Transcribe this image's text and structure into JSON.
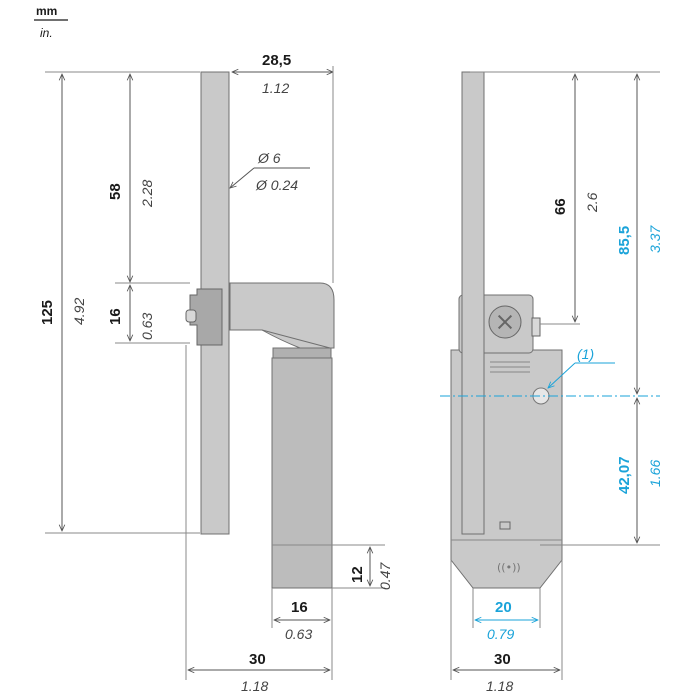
{
  "units": {
    "mm": "mm",
    "in": "in."
  },
  "side_view": {
    "dims": [
      {
        "id": "width_top",
        "mm": "28,5",
        "in": "1.12"
      },
      {
        "id": "rod_dia",
        "mm": "Ø 6",
        "in": "Ø 0.24"
      },
      {
        "id": "lever_len",
        "mm": "58",
        "in": "2.28"
      },
      {
        "id": "total_len",
        "mm": "125",
        "in": "4.92"
      },
      {
        "id": "head",
        "mm": "16",
        "in": "0.63"
      },
      {
        "id": "bottom",
        "mm": "12",
        "in": "0.47"
      },
      {
        "id": "width16",
        "mm": "16",
        "in": "0.63"
      },
      {
        "id": "width30",
        "mm": "30",
        "in": "1.18"
      }
    ]
  },
  "front_view": {
    "note": "(1)",
    "dims": [
      {
        "id": "h66",
        "mm": "66",
        "in": "2.6"
      },
      {
        "id": "h85",
        "mm": "85,5",
        "in": "3.37"
      },
      {
        "id": "h42",
        "mm": "42,07",
        "in": "1.66"
      },
      {
        "id": "w20",
        "mm": "20",
        "in": "0.79"
      },
      {
        "id": "w30",
        "mm": "30",
        "in": "1.18"
      }
    ]
  },
  "colors": {
    "accent_blue": "#1aa3d9",
    "body_gray": "#c9c9c9"
  }
}
